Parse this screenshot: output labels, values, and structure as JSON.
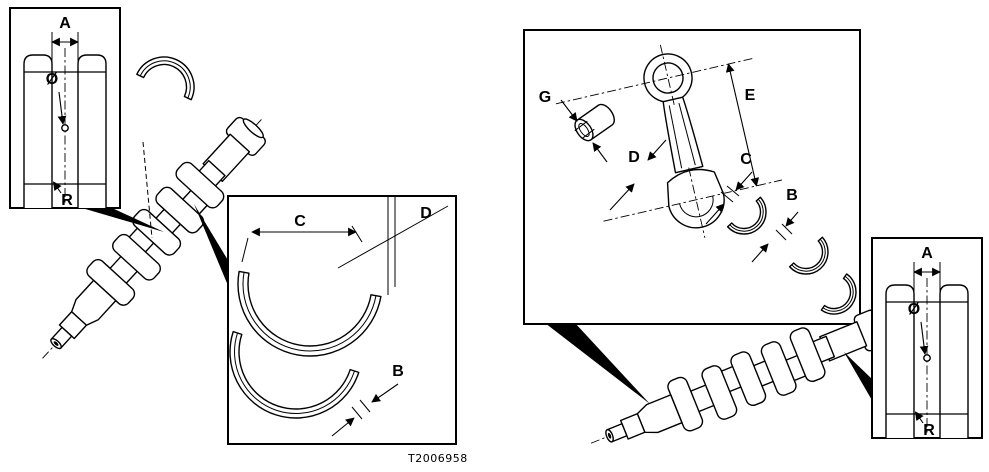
{
  "figure_code": "T2006958",
  "callouts": {
    "crank_journal_left": {
      "width": "A",
      "diameter": "Ø",
      "fillet": "R"
    },
    "main_bearing": {
      "c": "C",
      "d": "D",
      "b": "B"
    },
    "connecting_rod": {
      "g": "G",
      "e": "E",
      "d": "D",
      "c": "C",
      "b": "B"
    },
    "crank_journal_right": {
      "width": "A",
      "diameter": "Ø",
      "fillet": "R"
    }
  }
}
